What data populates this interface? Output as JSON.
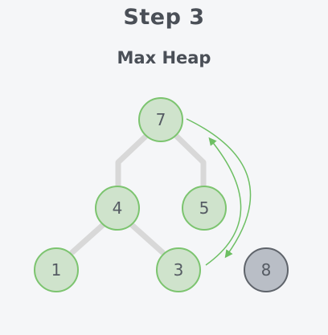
{
  "header": {
    "step": "Step 3",
    "subtitle": "Max Heap"
  },
  "diagram": {
    "nodes": [
      {
        "id": "n7",
        "label": "7",
        "state": "heap"
      },
      {
        "id": "n4",
        "label": "4",
        "state": "heap"
      },
      {
        "id": "n5",
        "label": "5",
        "state": "heap"
      },
      {
        "id": "n1",
        "label": "1",
        "state": "heap"
      },
      {
        "id": "n3",
        "label": "3",
        "state": "heap"
      },
      {
        "id": "n8",
        "label": "8",
        "state": "removed"
      }
    ],
    "edges": [
      [
        "n7",
        "n4"
      ],
      [
        "n7",
        "n5"
      ],
      [
        "n4",
        "n1"
      ],
      [
        "n4",
        "n3"
      ]
    ],
    "swap": [
      "n7",
      "n3"
    ]
  },
  "colors": {
    "node_fill": "#cfe3cc",
    "node_stroke": "#7cc46f",
    "removed_fill": "#b9bec6",
    "removed_stroke": "#5f646b",
    "edge": "#d8d8d8",
    "arrow": "#6dbf63",
    "text": "#4a4f57"
  }
}
